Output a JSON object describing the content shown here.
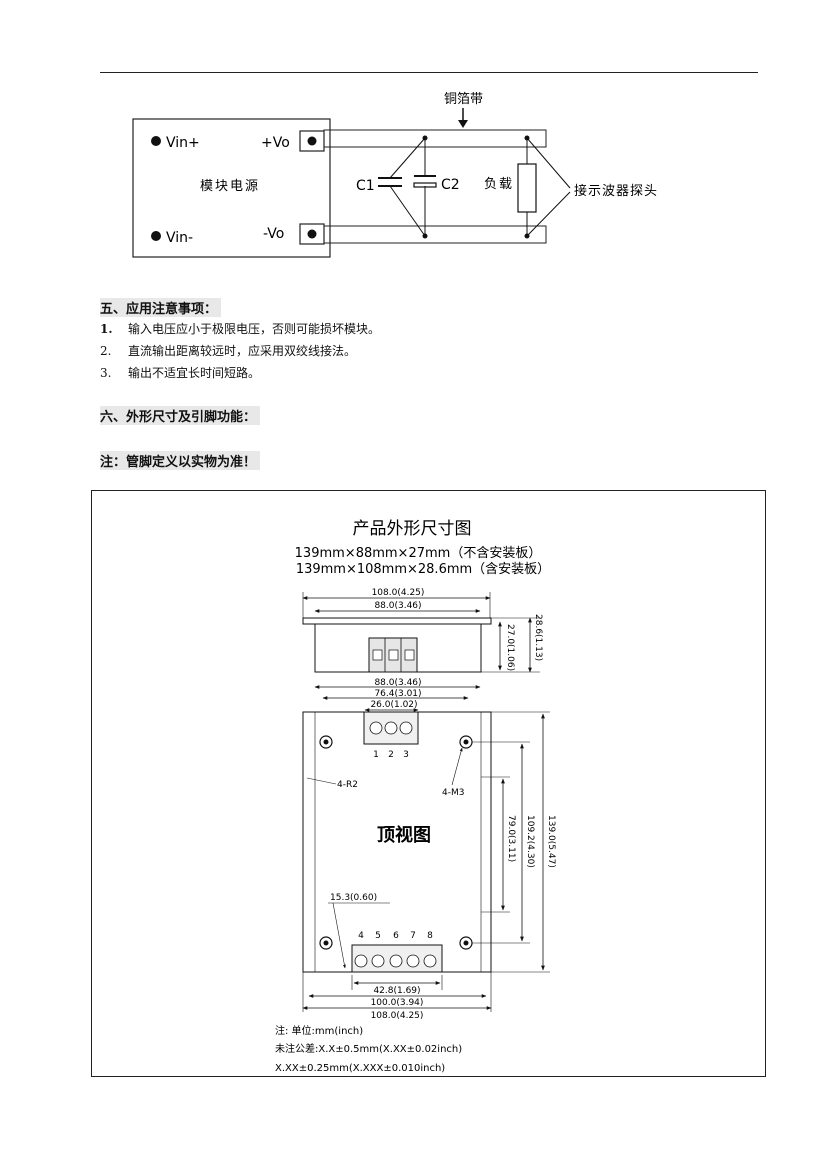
{
  "circuit": {
    "foil_label": "铜箔带",
    "vin_plus": "Vin+",
    "vin_minus": "Vin-",
    "vo_plus": "+Vo",
    "vo_minus": "-Vo",
    "module_label": "模块电源",
    "c1": "C1",
    "c2": "C2",
    "load": "负载",
    "probe": "接示波器探头"
  },
  "section5": {
    "title": "五、应用注意事项：",
    "items": [
      {
        "num": "1.",
        "text": "输入电压应小于极限电压，否则可能损坏模块。"
      },
      {
        "num": "2.",
        "text": "直流输出距离较远时，应采用双绞线接法。"
      },
      {
        "num": "3.",
        "text": "输出不适宜长时间短路。"
      }
    ]
  },
  "section6": {
    "title": "六、外形尺寸及引脚功能："
  },
  "note": {
    "text": "注：管脚定义以实物为准！"
  },
  "drawing": {
    "title": "产品外形尺寸图",
    "size1": "139mm×88mm×27mm（不含安装板）",
    "size2": "139mm×108mm×28.6mm（含安装板）",
    "dim_108_top": "108.0(4.25)",
    "dim_88_top": "88.0(3.46)",
    "dim_27": "27.0(1.06)",
    "dim_28_6": "28.6(1.13)",
    "dim_88_mid": "88.0(3.46)",
    "dim_76_4": "76.4(3.01)",
    "dim_26": "26.0(1.02)",
    "pins_top": [
      "1",
      "2",
      "3"
    ],
    "label_r2": "4-R2",
    "label_m3": "4-M3",
    "top_view": "顶视图",
    "dim_139": "139.0(5.47)",
    "dim_109_2": "109.2(4.30)",
    "dim_79": "79.0(3.11)",
    "dim_15_3": "15.3(0.60)",
    "pins_bottom": [
      "4",
      "5",
      "6",
      "7",
      "8"
    ],
    "dim_42_8": "42.8(1.69)",
    "dim_100": "100.0(3.94)",
    "dim_108_bottom": "108.0(4.25)",
    "note1": "注:  单位:mm(inch)",
    "note2": "未注公差:X.X±0.5mm(X.XX±0.02inch)",
    "note3": "X.XX±0.25mm(X.XXX±0.010inch)"
  }
}
